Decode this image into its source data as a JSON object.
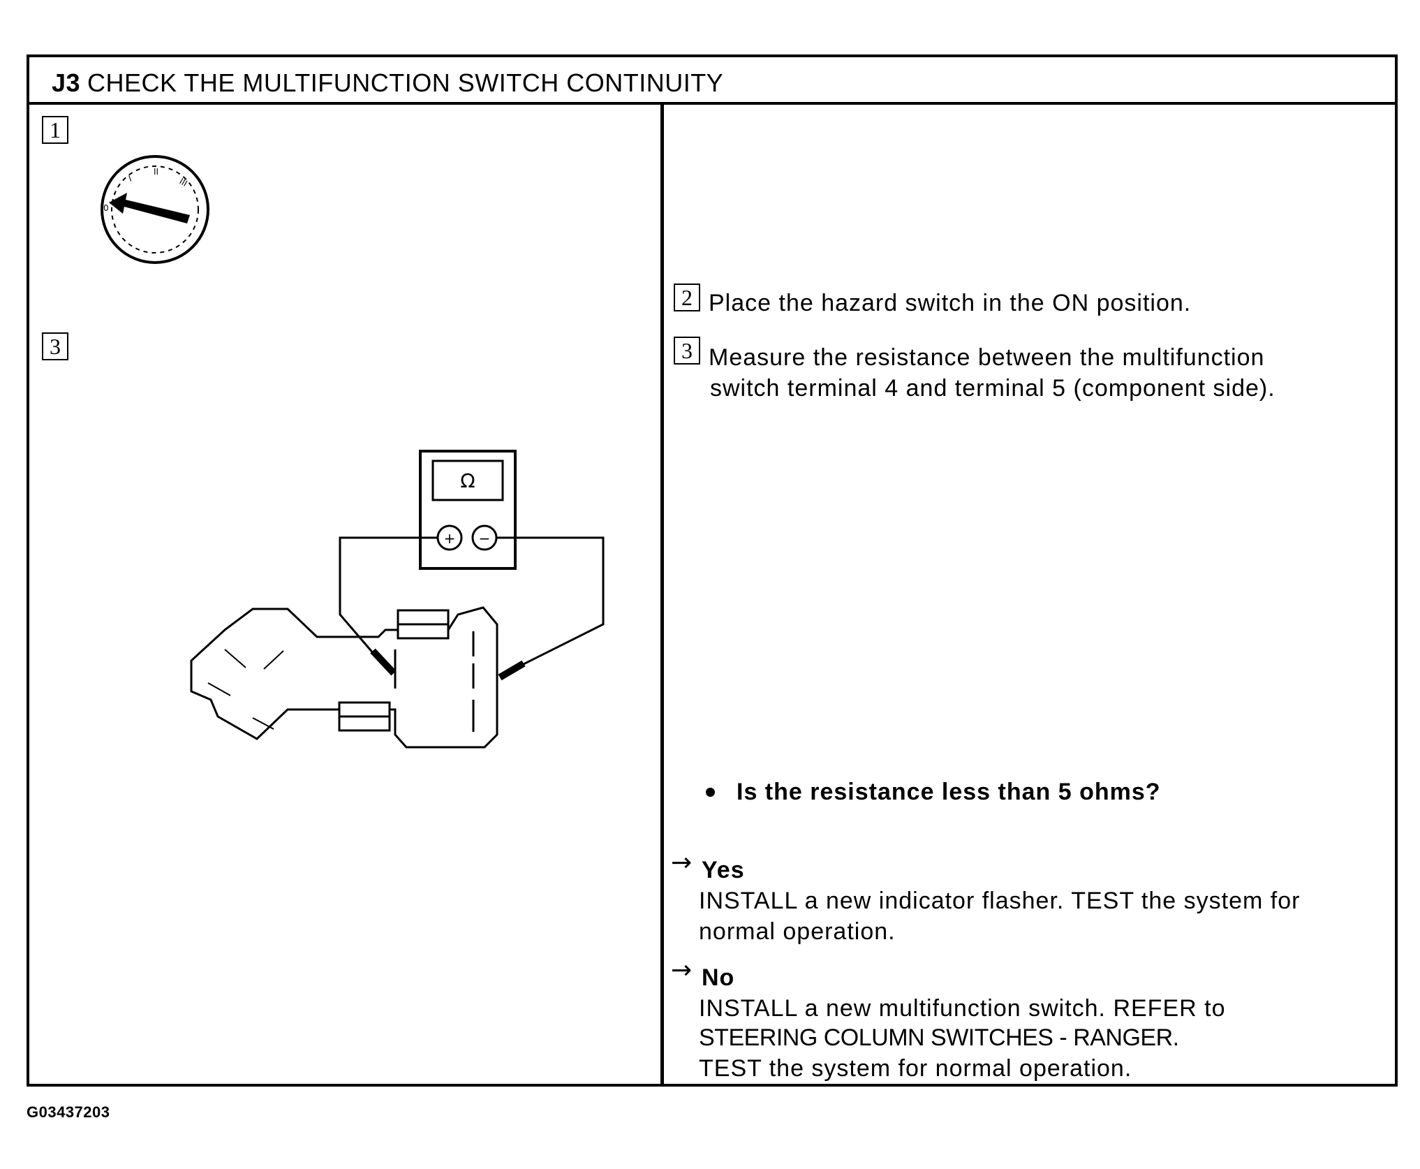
{
  "header": {
    "step_id": "J3",
    "title": "CHECK THE MULTIFUNCTION SWITCH CONTINUITY"
  },
  "left": {
    "step_1_label": "1",
    "step_3_label": "3",
    "ignition_icon": "ignition-switch-lock-icon",
    "meter_symbol": "Ω",
    "meter_plus": "+",
    "meter_minus": "−"
  },
  "right": {
    "step_2_label": "2",
    "step_2_text": "Place the hazard switch in the ON position.",
    "step_3_label": "3",
    "step_3_line1": "Measure the resistance between the multifunction",
    "step_3_line2": "switch terminal 4 and terminal 5 (component side).",
    "question": "Is the resistance less than 5 ohms?",
    "yes_label": "Yes",
    "yes_line1": "INSTALL a new indicator flasher. TEST the system for",
    "yes_line2": "normal operation.",
    "no_label": "No",
    "no_line1": "INSTALL a new multifunction switch. REFER to",
    "no_line2": "STEERING COLUMN SWITCHES - RANGER.",
    "no_line3": "TEST the system for normal operation.",
    "arrow_icon": "right-arrow-icon"
  },
  "figure_code": "G03437203"
}
